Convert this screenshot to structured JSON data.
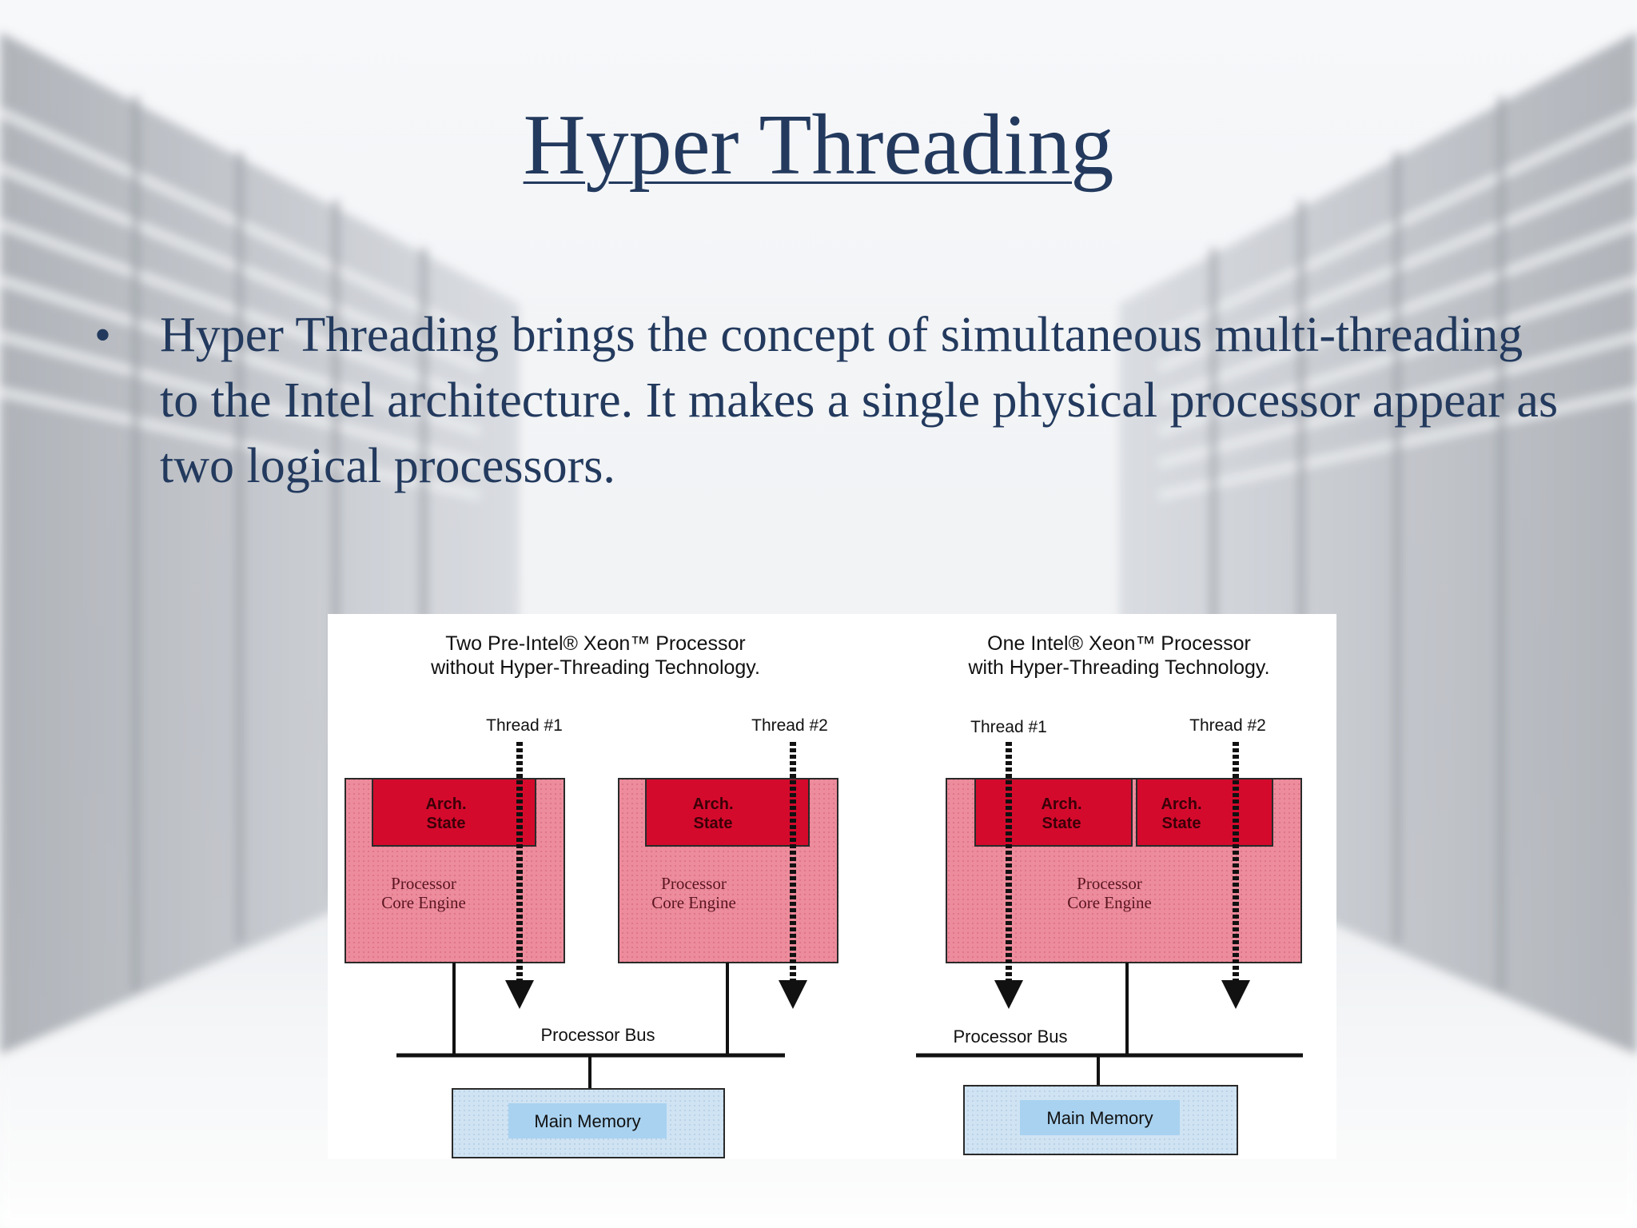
{
  "slide": {
    "title": "Hyper Threading",
    "bullet": "Hyper Threading  brings the concept of simultaneous multi-threading to the Intel architecture. It makes a single physical processor appear as two logical processors."
  },
  "diagram": {
    "left": {
      "caption_line1": "Two Pre-Intel® Xeon™ Processor",
      "caption_line2": "without Hyper-Threading Technology.",
      "thread1": "Thread #1",
      "thread2": "Thread #2",
      "arch_line1": "Arch.",
      "arch_line2": "State",
      "core_line1": "Processor",
      "core_line2": "Core Engine",
      "bus": "Processor Bus",
      "memory": "Main Memory"
    },
    "right": {
      "caption_line1": "One Intel® Xeon™ Processor",
      "caption_line2": "with Hyper-Threading Technology.",
      "thread1": "Thread #1",
      "thread2": "Thread #2",
      "arch_line1": "Arch.",
      "arch_line2": "State",
      "core_line1": "Processor",
      "core_line2": "Core Engine",
      "bus": "Processor Bus",
      "memory": "Main Memory"
    }
  },
  "colors": {
    "title_text": "#233a5e",
    "arch_state": "#d40a2c",
    "core_engine": "#ec8c9c",
    "memory": "#cfe3f3"
  }
}
